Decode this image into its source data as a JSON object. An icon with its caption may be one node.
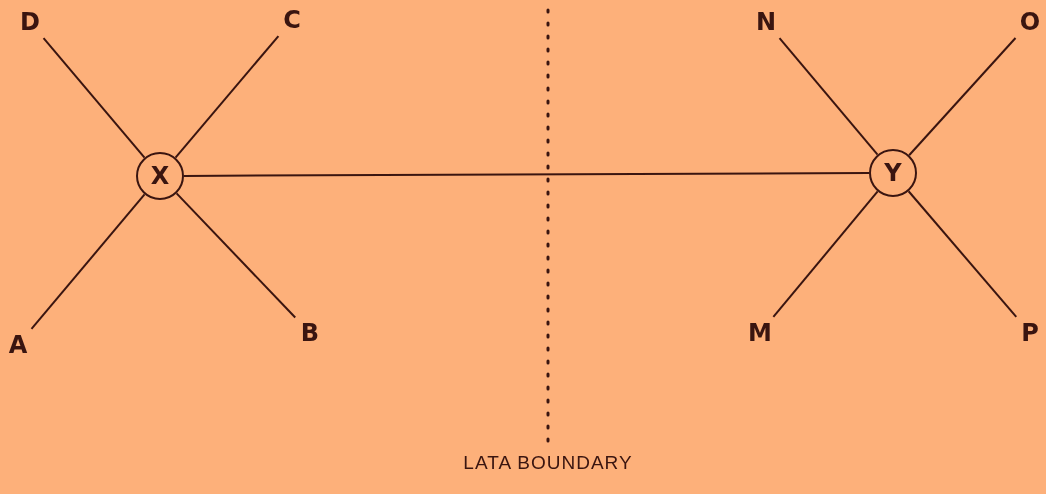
{
  "diagram": {
    "nodes": [
      {
        "text": [
          "D"
        ]
      },
      {
        "text": [
          "C"
        ]
      },
      {
        "text": [
          "N"
        ]
      },
      {
        "text": [
          "O"
        ]
      },
      {
        "text": [
          "X"
        ]
      },
      {
        "text": [
          "Y"
        ]
      },
      {
        "text": [
          "A"
        ]
      },
      {
        "text": [
          "B"
        ]
      },
      {
        "text": [
          "M"
        ]
      },
      {
        "text": [
          "P"
        ]
      }
    ],
    "edges": [
      {
        "from": 4,
        "to": 0,
        "arrow": "none"
      },
      {
        "from": 4,
        "to": 1,
        "arrow": "none"
      },
      {
        "from": 4,
        "to": 6,
        "arrow": "none"
      },
      {
        "from": 4,
        "to": 7,
        "arrow": "none"
      },
      {
        "from": 4,
        "to": 5,
        "arrow": "none"
      },
      {
        "from": 5,
        "to": 2,
        "arrow": "none"
      },
      {
        "from": 5,
        "to": 3,
        "arrow": "none"
      },
      {
        "from": 5,
        "to": 8,
        "arrow": "none"
      },
      {
        "from": 5,
        "to": 9,
        "arrow": "none"
      }
    ],
    "labels": [
      "LATA BOUNDARY"
    ]
  }
}
